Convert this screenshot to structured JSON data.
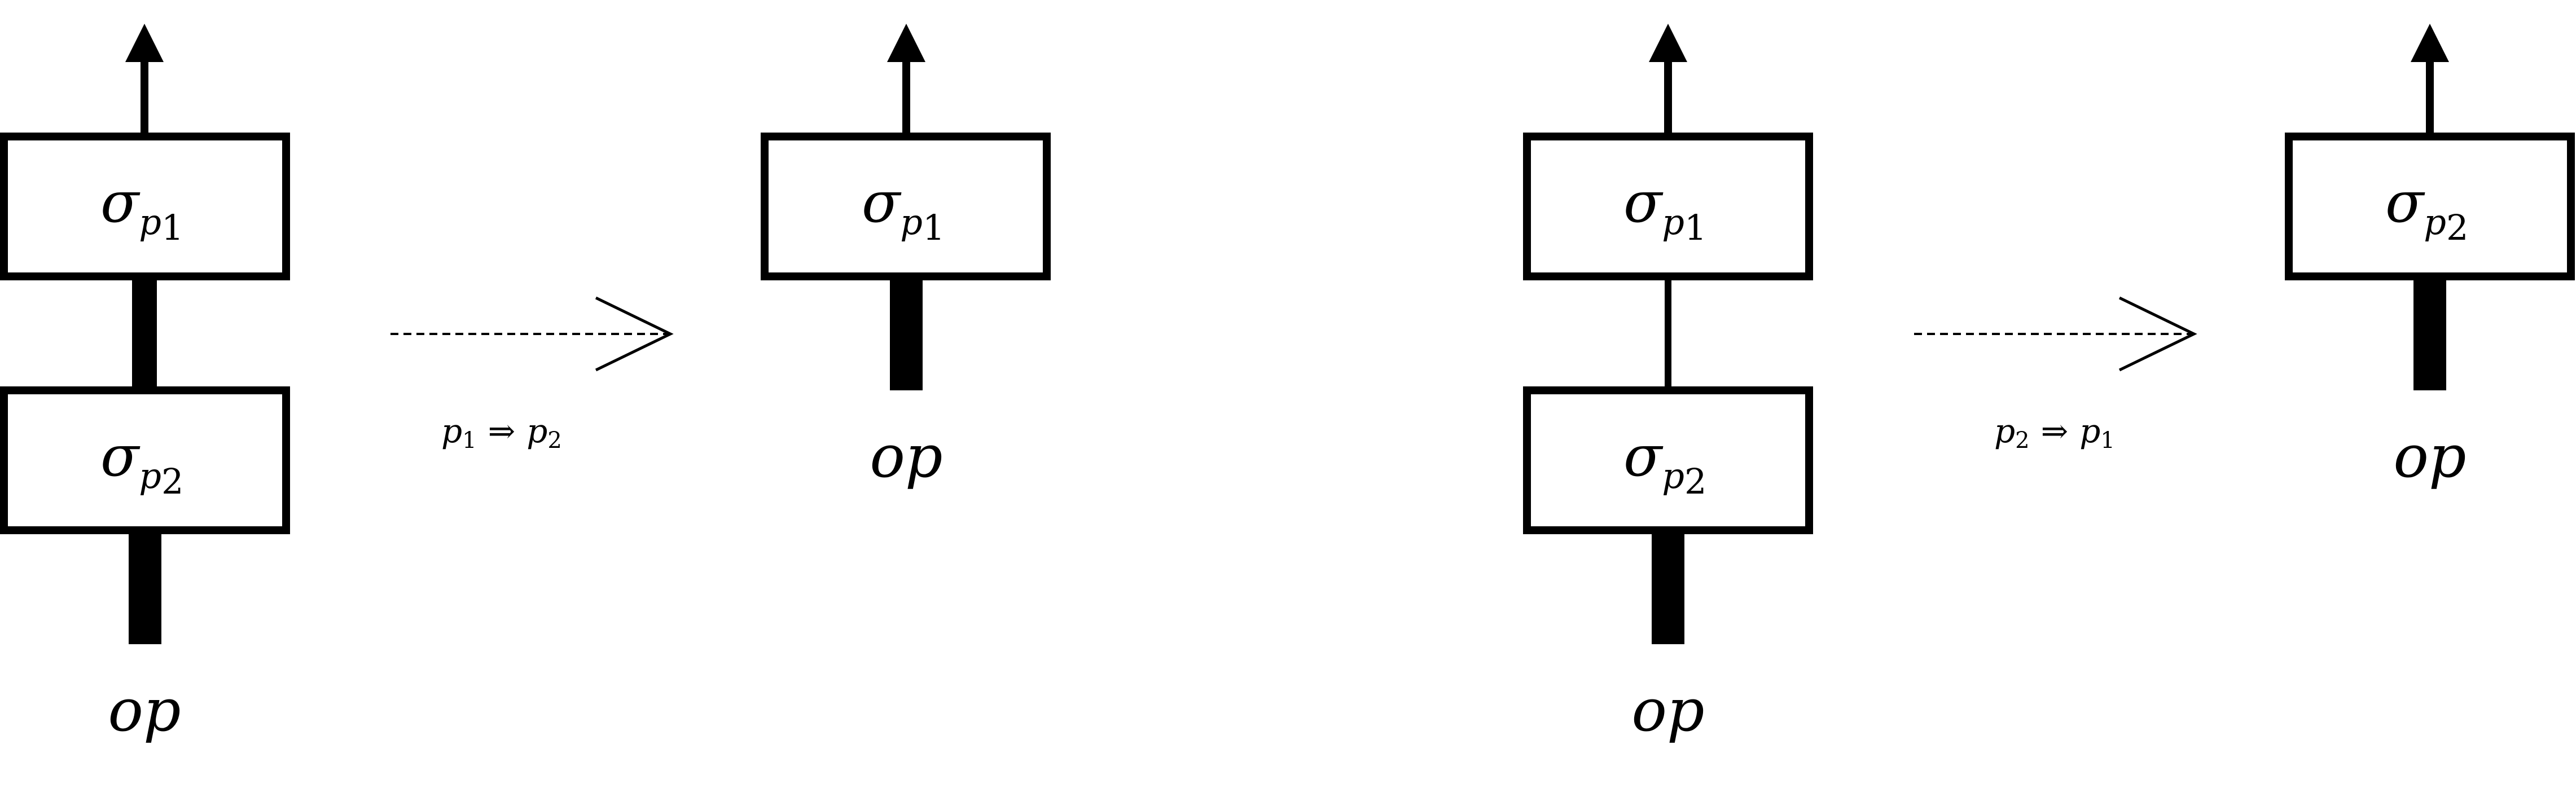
{
  "panels": [
    {
      "id": "rule-a",
      "before": {
        "top_box": {
          "sym": "σ",
          "sub_var": "p",
          "sub_idx": "1"
        },
        "bottom_box": {
          "sym": "σ",
          "sub_var": "p",
          "sub_idx": "2"
        },
        "input_label": "op",
        "link": "thick"
      },
      "rule": {
        "lhs_var": "p",
        "lhs_idx": "1",
        "arrow": "⇒",
        "rhs_var": "p",
        "rhs_idx": "2"
      },
      "after": {
        "box": {
          "sym": "σ",
          "sub_var": "p",
          "sub_idx": "1"
        },
        "input_label": "op"
      }
    },
    {
      "id": "rule-b",
      "before": {
        "top_box": {
          "sym": "σ",
          "sub_var": "p",
          "sub_idx": "1"
        },
        "bottom_box": {
          "sym": "σ",
          "sub_var": "p",
          "sub_idx": "2"
        },
        "input_label": "op",
        "link": "thin"
      },
      "rule": {
        "lhs_var": "p",
        "lhs_idx": "2",
        "arrow": "⇒",
        "rhs_var": "p",
        "rhs_idx": "1"
      },
      "after": {
        "box": {
          "sym": "σ",
          "sub_var": "p",
          "sub_idx": "2"
        },
        "input_label": "op"
      }
    }
  ]
}
